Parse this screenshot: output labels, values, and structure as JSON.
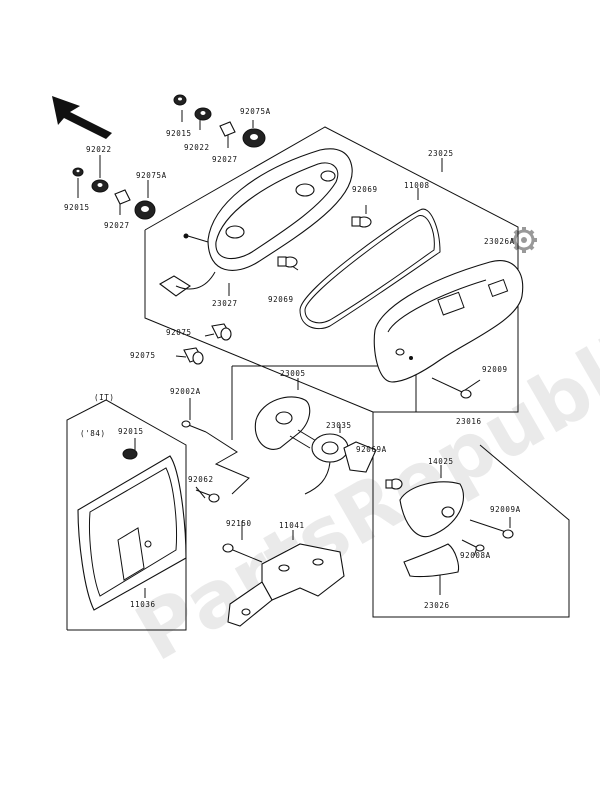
{
  "watermark": "PartsRepublik",
  "part_labels": {
    "p92015_a": "92015",
    "p92022_a": "92022",
    "p92027_a": "92027",
    "p92075a_a": "92075A",
    "p92022_b": "92022",
    "p92015_b": "92015",
    "p92075a_b": "92075A",
    "p92027_b": "92027",
    "p23025": "23025",
    "p11008": "11008",
    "p92069_a": "92069",
    "p23026a": "23026A",
    "p92069_b": "92069",
    "p23027": "23027",
    "p92075_a": "92075",
    "p92075_b": "92075",
    "p92009": "92009",
    "p92002a": "92002A",
    "p23005": "23005",
    "p23016": "23016",
    "p23035": "23035",
    "p92069a": "92069A",
    "p14025": "14025",
    "p92009a": "92009A",
    "p92008a": "92008A",
    "p23026": "23026",
    "p11041": "11041",
    "p92150": "92150",
    "p92015_c": "92015",
    "p92062": "92062",
    "p11036": "11036"
  },
  "region_labels": {
    "it": "(IT)",
    "year": "('84)"
  },
  "icons": [
    "direction-arrow-icon",
    "gear-icon"
  ]
}
